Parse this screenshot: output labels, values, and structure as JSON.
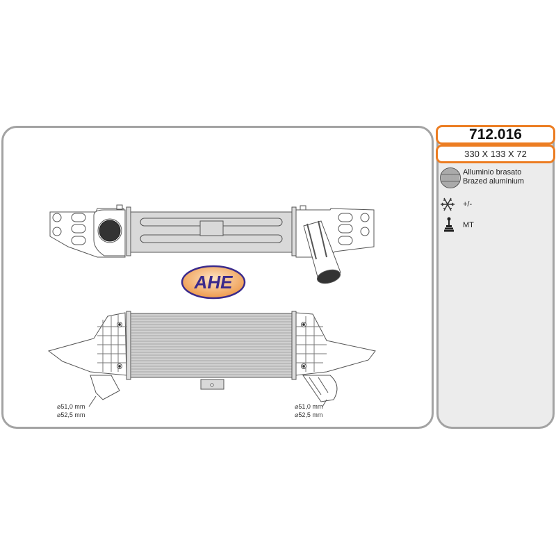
{
  "product": {
    "part_number": "712.016",
    "dimensions": "330 X 133 X 72"
  },
  "specs": [
    {
      "icon": "brazed-aluminium-icon",
      "lines": [
        "Alluminio brasato",
        "Brazed aluminium"
      ]
    },
    {
      "icon": "snowflake-icon",
      "lines": [
        "+/-"
      ]
    },
    {
      "icon": "gear-shift-icon",
      "lines": [
        "MT"
      ]
    }
  ],
  "logo": {
    "text": "AHE",
    "text_color": "#3a2a8c",
    "fill_color": "#f0a860"
  },
  "diameters": {
    "left": {
      "inner": "⌀51,0 mm",
      "outer": "⌀52,5 mm"
    },
    "right": {
      "inner": "⌀51,0 mm",
      "outer": "⌀52,5 mm"
    }
  },
  "colors": {
    "accent": "#ec7d22",
    "border": "#a3a3a3",
    "info_bg": "#ececec",
    "part_fill": "#d9d9d9"
  }
}
